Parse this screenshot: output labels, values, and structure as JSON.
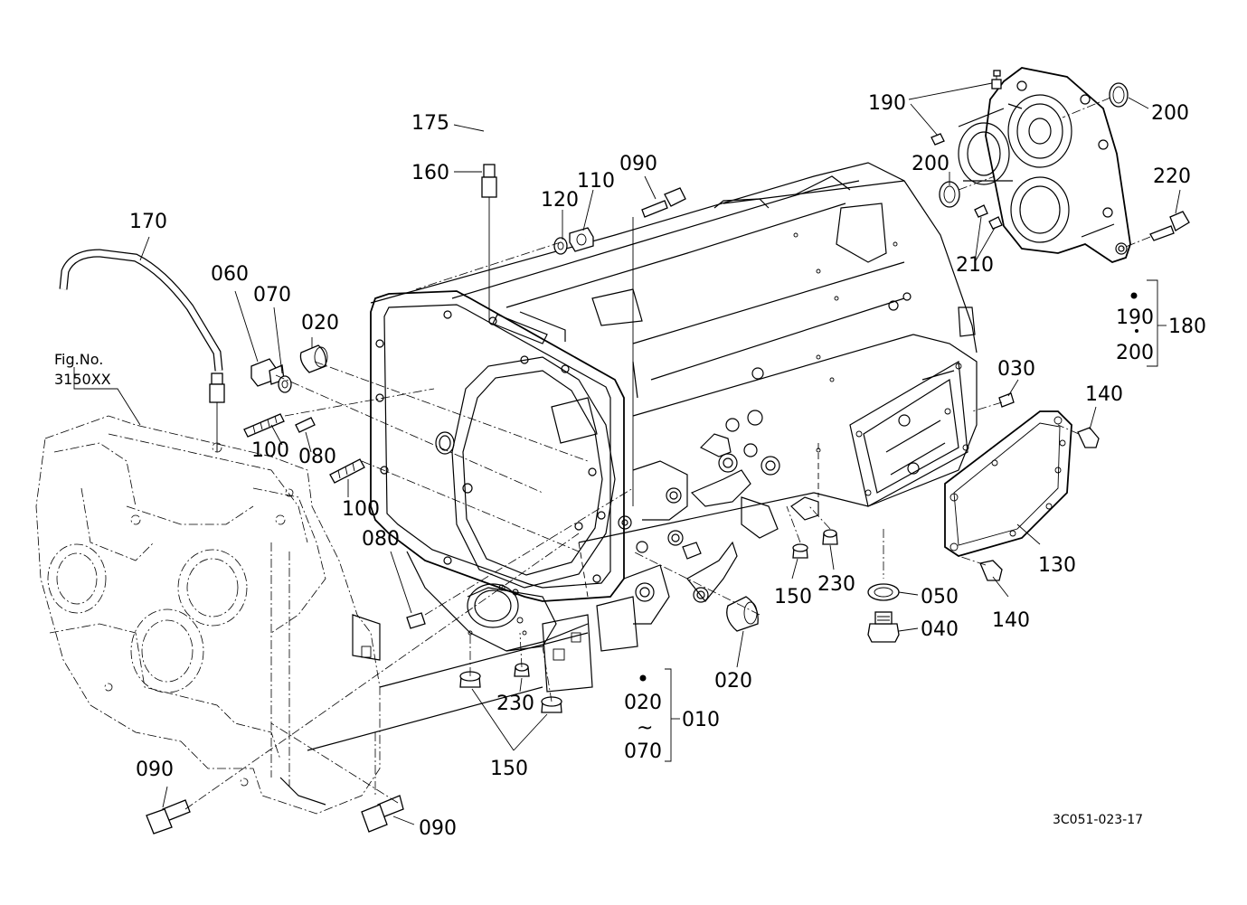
{
  "diagram": {
    "fig_ref": {
      "line1": "Fig.No.",
      "line2": "3150XX"
    },
    "drawing_code": "3C051-023-17",
    "tilde": "~",
    "callouts": {
      "c175": "175",
      "c160": "160",
      "c170": "170",
      "c120": "120",
      "c110": "110",
      "c090_top": "090",
      "c060": "060",
      "c070": "070",
      "c020_top": "020",
      "c100_a": "100",
      "c080_a": "080",
      "c100_b": "100",
      "c080_b": "080",
      "c190_top": "190",
      "c200_top": "200",
      "c200_mid": "200",
      "c220": "220",
      "c210": "210",
      "c190_group": "190",
      "c200_group": "200",
      "c180": "180",
      "c030": "030",
      "c140_top": "140",
      "c130": "130",
      "c140_bot": "140",
      "c150_mid": "150",
      "c230_mid": "230",
      "c050": "050",
      "c040": "040",
      "c020_mid": "020",
      "c020_group": "020",
      "c070_group": "070",
      "c010": "010",
      "c230_bot": "230",
      "c150_bot": "150",
      "c090_left": "090",
      "c090_bot": "090"
    }
  }
}
